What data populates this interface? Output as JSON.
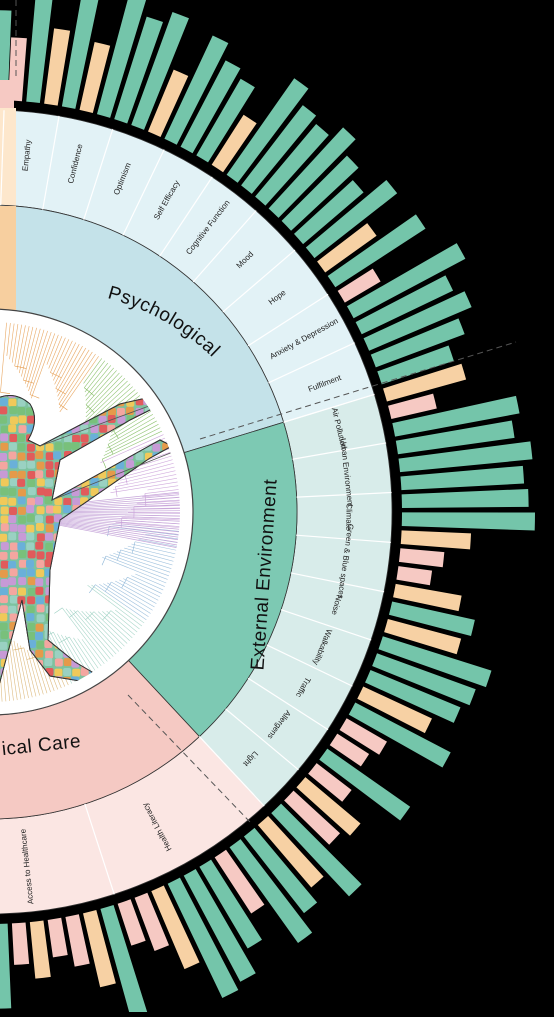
{
  "colors": {
    "background": "#000000",
    "psych_band": "#c4e2e9",
    "psych_ring": "#e2f2f6",
    "env_band": "#7dc9b3",
    "env_ring": "#d8ecea",
    "care_band": "#f5c9c3",
    "care_ring": "#fbe6e3",
    "teal_bar": "#74c5aa",
    "peach_bar": "#f7d1a4",
    "pink_bar": "#f6c9c3",
    "orange_band": "#f7cf9f",
    "center_fill": "#ffffff"
  },
  "categories": {
    "psychological": "Psychological",
    "external_environment": "External Environment",
    "medical_care": "ical Care"
  },
  "segments": {
    "psychological": [
      "Empathy",
      "Confidence",
      "Optimism",
      "Self Efficacy",
      "Cognitive Function",
      "Mood",
      "Hope",
      "Anxiety & Depression",
      "Fulfilment"
    ],
    "external_environment": [
      "Air Pollution",
      "Urban Environment",
      "Climate",
      "Green & Blue spaces",
      "Noise",
      "Walkability",
      "Traffic",
      "Allergens",
      "Light"
    ],
    "medical_care": [
      "Access to Healthcare",
      "Health Literacy"
    ]
  },
  "bars": [
    {
      "a": -88.5,
      "l": 0.66,
      "c": "teal"
    },
    {
      "a": -86.5,
      "l": 0.45,
      "c": "pink"
    },
    {
      "a": -84.0,
      "l": 0.92,
      "c": "teal"
    },
    {
      "a": -81.5,
      "l": 0.55,
      "c": "peach"
    },
    {
      "a": -79.0,
      "l": 0.88,
      "c": "teal"
    },
    {
      "a": -76.5,
      "l": 0.5,
      "c": "peach"
    },
    {
      "a": -74.0,
      "l": 0.95,
      "c": "teal"
    },
    {
      "a": -71.5,
      "l": 0.8,
      "c": "teal"
    },
    {
      "a": -69.0,
      "l": 0.9,
      "c": "teal"
    },
    {
      "a": -66.5,
      "l": 0.48,
      "c": "peach"
    },
    {
      "a": -64.0,
      "l": 0.85,
      "c": "teal"
    },
    {
      "a": -61.5,
      "l": 0.72,
      "c": "teal"
    },
    {
      "a": -59.0,
      "l": 0.65,
      "c": "teal"
    },
    {
      "a": -56.5,
      "l": 0.42,
      "c": "peach"
    },
    {
      "a": -54.0,
      "l": 0.88,
      "c": "teal"
    },
    {
      "a": -51.5,
      "l": 0.75,
      "c": "teal"
    },
    {
      "a": -49.0,
      "l": 0.7,
      "c": "teal"
    },
    {
      "a": -46.5,
      "l": 0.82,
      "c": "teal"
    },
    {
      "a": -44.0,
      "l": 0.68,
      "c": "teal"
    },
    {
      "a": -41.5,
      "l": 0.58,
      "c": "teal"
    },
    {
      "a": -39.0,
      "l": 0.78,
      "c": "teal"
    },
    {
      "a": -36.5,
      "l": 0.45,
      "c": "peach"
    },
    {
      "a": -34.0,
      "l": 0.8,
      "c": "teal"
    },
    {
      "a": -31.5,
      "l": 0.28,
      "c": "pink"
    },
    {
      "a": -29.0,
      "l": 0.95,
      "c": "teal"
    },
    {
      "a": -26.5,
      "l": 0.75,
      "c": "teal"
    },
    {
      "a": -24.0,
      "l": 0.83,
      "c": "teal"
    },
    {
      "a": -21.5,
      "l": 0.7,
      "c": "teal"
    },
    {
      "a": -19.0,
      "l": 0.55,
      "c": "teal"
    },
    {
      "a": -16.5,
      "l": 0.6,
      "c": "peach"
    },
    {
      "a": -14.0,
      "l": 0.32,
      "c": "pink"
    },
    {
      "a": -11.5,
      "l": 0.95,
      "c": "teal"
    },
    {
      "a": -9.0,
      "l": 0.88,
      "c": "teal"
    },
    {
      "a": -6.5,
      "l": 1.0,
      "c": "teal"
    },
    {
      "a": -4.0,
      "l": 0.92,
      "c": "teal"
    },
    {
      "a": -1.5,
      "l": 0.95,
      "c": "teal"
    },
    {
      "a": 1.0,
      "l": 1.0,
      "c": "teal"
    },
    {
      "a": 3.5,
      "l": 0.5,
      "c": "peach"
    },
    {
      "a": 6.0,
      "l": 0.3,
      "c": "pink"
    },
    {
      "a": 8.5,
      "l": 0.22,
      "c": "pink"
    },
    {
      "a": 11.0,
      "l": 0.48,
      "c": "peach"
    },
    {
      "a": 13.5,
      "l": 0.62,
      "c": "teal"
    },
    {
      "a": 16.0,
      "l": 0.55,
      "c": "peach"
    },
    {
      "a": 18.5,
      "l": 0.85,
      "c": "teal"
    },
    {
      "a": 21.0,
      "l": 0.78,
      "c": "teal"
    },
    {
      "a": 23.5,
      "l": 0.72,
      "c": "teal"
    },
    {
      "a": 26.0,
      "l": 0.55,
      "c": "peach"
    },
    {
      "a": 28.5,
      "l": 0.8,
      "c": "teal"
    },
    {
      "a": 31.0,
      "l": 0.32,
      "c": "pink"
    },
    {
      "a": 33.5,
      "l": 0.25,
      "c": "pink"
    },
    {
      "a": 36.0,
      "l": 0.75,
      "c": "teal"
    },
    {
      "a": 38.5,
      "l": 0.3,
      "c": "pink"
    },
    {
      "a": 41.0,
      "l": 0.52,
      "c": "peach"
    },
    {
      "a": 43.5,
      "l": 0.45,
      "c": "pink"
    },
    {
      "a": 46.0,
      "l": 0.85,
      "c": "teal"
    },
    {
      "a": 48.5,
      "l": 0.6,
      "c": "peach"
    },
    {
      "a": 51.0,
      "l": 0.72,
      "c": "teal"
    },
    {
      "a": 53.5,
      "l": 0.88,
      "c": "teal"
    },
    {
      "a": 56.0,
      "l": 0.48,
      "c": "pink"
    },
    {
      "a": 58.5,
      "l": 0.7,
      "c": "teal"
    },
    {
      "a": 61.0,
      "l": 0.9,
      "c": "teal"
    },
    {
      "a": 63.5,
      "l": 0.95,
      "c": "teal"
    },
    {
      "a": 66.0,
      "l": 0.62,
      "c": "peach"
    },
    {
      "a": 68.5,
      "l": 0.4,
      "c": "pink"
    },
    {
      "a": 71.0,
      "l": 0.3,
      "c": "pink"
    },
    {
      "a": 73.5,
      "l": 0.85,
      "c": "teal"
    },
    {
      "a": 76.0,
      "l": 0.55,
      "c": "peach"
    },
    {
      "a": 78.5,
      "l": 0.35,
      "c": "pink"
    },
    {
      "a": 81.0,
      "l": 0.25,
      "c": "pink"
    },
    {
      "a": 83.5,
      "l": 0.4,
      "c": "peach"
    },
    {
      "a": 86.0,
      "l": 0.28,
      "c": "pink"
    },
    {
      "a": 88.5,
      "l": 0.62,
      "c": "teal"
    }
  ]
}
